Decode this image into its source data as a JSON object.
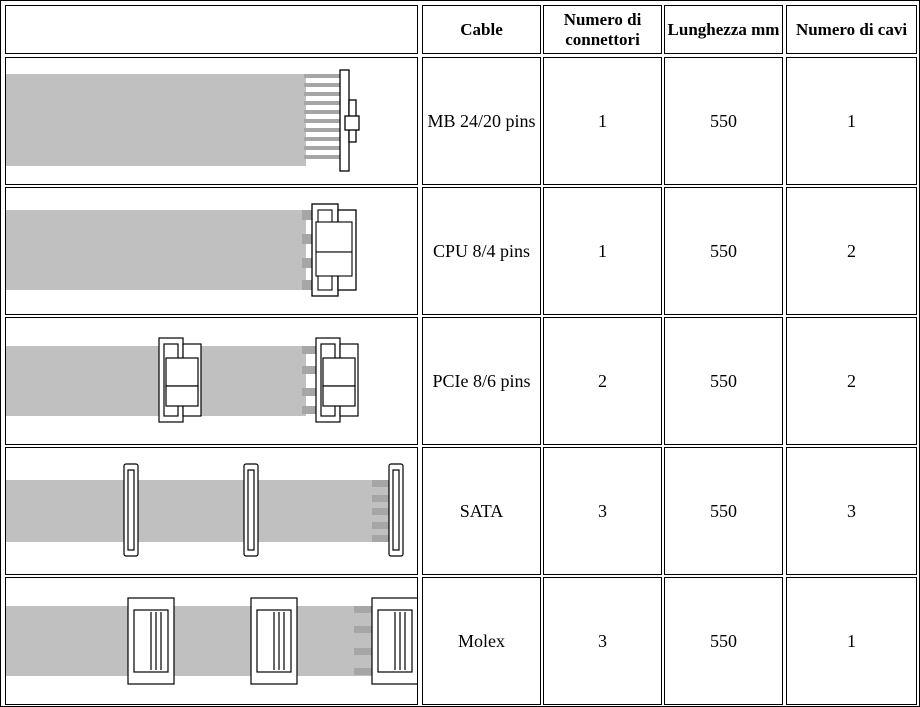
{
  "table": {
    "headers": {
      "image": "",
      "cable": "Cable",
      "connectors": "Numero di connettori",
      "length": "Lunghezza mm",
      "cables": "Numero di cavi"
    },
    "rows": [
      {
        "cable": "MB 24/20 pins",
        "connectors": "1",
        "length": "550",
        "cables": "1",
        "image_icon": "mb-atx-connector-icon"
      },
      {
        "cable": "CPU 8/4 pins",
        "connectors": "1",
        "length": "550",
        "cables": "2",
        "image_icon": "cpu-eps-connector-icon"
      },
      {
        "cable": "PCIe 8/6 pins",
        "connectors": "2",
        "length": "550",
        "cables": "2",
        "image_icon": "pcie-connector-icon"
      },
      {
        "cable": "SATA",
        "connectors": "3",
        "length": "550",
        "cables": "3",
        "image_icon": "sata-connector-icon"
      },
      {
        "cable": "Molex",
        "connectors": "3",
        "length": "550",
        "cables": "1",
        "image_icon": "molex-connector-icon"
      }
    ]
  },
  "colors": {
    "cable_gray": "#c0c0c0",
    "wire_gray": "#a6a6a6",
    "border": "#000000"
  }
}
